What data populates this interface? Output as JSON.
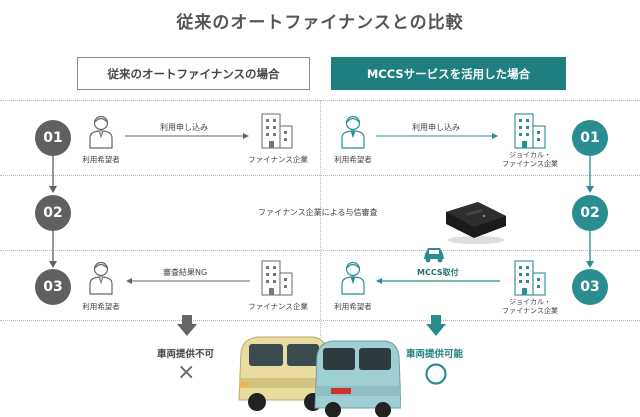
{
  "title": "従来のオートファイナンスとの比較",
  "headers": {
    "left": "従来のオートファイナンスの場合",
    "right": "MCCSサービスを活用した場合"
  },
  "steps": [
    "01",
    "02",
    "03"
  ],
  "left_flow": {
    "applicant_label": "利用希望者",
    "company_label": "ファイナンス企業",
    "step1_arrow": "利用申し込み",
    "step3_arrow": "審査結果NG",
    "result": "車両提供不可",
    "result_mark": "×"
  },
  "right_flow": {
    "applicant_label": "利用希望者",
    "company_label_line1": "ジョイカル・",
    "company_label_line2": "ファイナンス企業",
    "step1_arrow": "利用申し込み",
    "step3_arrow": "MCCS取付",
    "result": "車両提供可能",
    "result_mark": "○"
  },
  "step2_text": "ファイナンス企業による与信審査",
  "colors": {
    "teal": "#2a8d90",
    "teal_dark": "#1f7f7f",
    "gray": "#606060",
    "ng_gray": "#666666"
  }
}
